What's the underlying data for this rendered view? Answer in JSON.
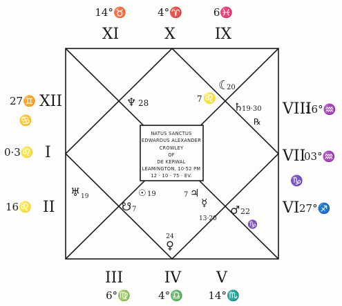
{
  "houses": [
    {
      "roman": "I",
      "cusp": "0·3♌"
    },
    {
      "roman": "II",
      "cusp": "16♌"
    },
    {
      "roman": "III",
      "cusp": "6°♍"
    },
    {
      "roman": "IV",
      "cusp": "4°♎"
    },
    {
      "roman": "V",
      "cusp": "14°♏"
    },
    {
      "roman": "VI",
      "cusp": "27°♐"
    },
    {
      "roman": "VII",
      "cusp": "03°♒"
    },
    {
      "roman": "VIII",
      "cusp": "16°♒"
    },
    {
      "roman": "IX",
      "cusp": "6♓"
    },
    {
      "roman": "X",
      "cusp": "4°♈"
    },
    {
      "roman": "XI",
      "cusp": "14°♉"
    },
    {
      "roman": "XII",
      "cusp": "27♊"
    }
  ],
  "extra_marks": {
    "xii_glyph": "♋",
    "vii_glyph": "♑"
  },
  "planets": {
    "neptune": {
      "glyph": "♆",
      "value": "28"
    },
    "moon": {
      "glyph": "☾",
      "value": "20"
    },
    "leo_seven": {
      "glyph": "♌",
      "value": "7"
    },
    "saturn": {
      "glyph": "♄",
      "value": "19·30"
    },
    "retro": "℞",
    "uranus": {
      "glyph": "♅",
      "value": "19"
    },
    "node": {
      "glyph": "☋",
      "value": "7"
    },
    "sun": {
      "glyph": "☉",
      "value": "19"
    },
    "jupiter": {
      "glyph": "♃",
      "value": "7"
    },
    "mercury": {
      "glyph": "☿",
      "value": "13·20"
    },
    "mars": {
      "glyph": "♂",
      "value": "22"
    },
    "mars_sign": "♑",
    "venus": {
      "glyph": "♀",
      "value": "24"
    }
  },
  "center_text": [
    "NATUS SANCTUS",
    "EDWARDUS ALEXANDER",
    "CROWLEY",
    "OF",
    "DE KERWAL",
    "LEAMINGTON. 10·52 PM",
    "12 · 10 · 75 · EV."
  ]
}
